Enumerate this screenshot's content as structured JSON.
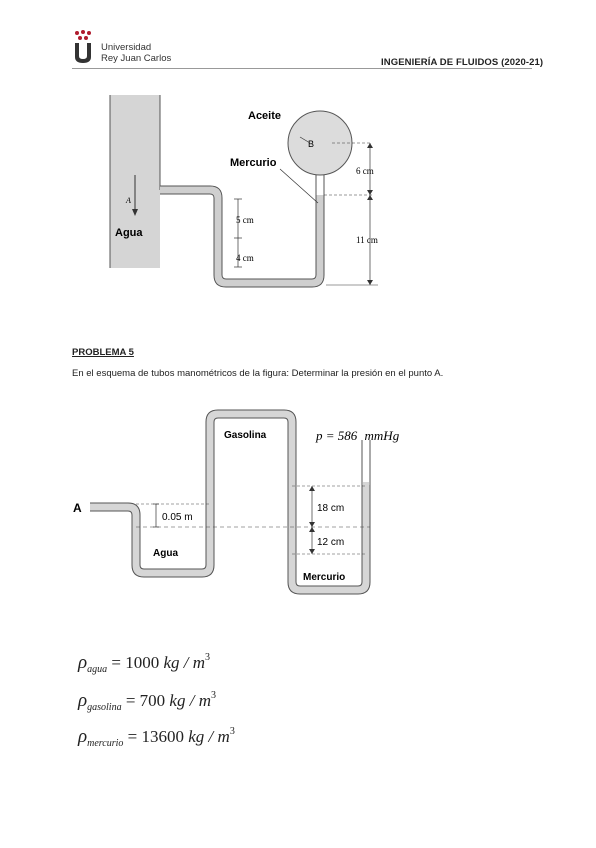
{
  "header": {
    "university_line1": "Universidad",
    "university_line2": "Rey Juan Carlos",
    "course_title": "INGENIERÍA DE FLUIDOS (2020-21)"
  },
  "figure1": {
    "label_aceite": "Aceite",
    "label_b": "B",
    "label_mercurio": "Mercurio",
    "label_a": "A",
    "label_agua": "Agua",
    "dim_5": "5 cm",
    "dim_4": "4 cm",
    "dim_6": "6 cm",
    "dim_11": "11 cm"
  },
  "problem": {
    "title": "PROBLEMA 5",
    "statement": "En el esquema de tubos manométricos de la figura: Determinar la presión en el punto A."
  },
  "figure2": {
    "label_a": "A",
    "label_gasolina": "Gasolina",
    "pressure_p": "p = 586",
    "pressure_unit": "mmHg",
    "dim_005": "0.05  m",
    "dim_18": "18 cm",
    "dim_12": "12 cm",
    "label_agua": "Agua",
    "label_mercurio": "Mercurio"
  },
  "densities": [
    {
      "symbol": "ρ",
      "sub": "agua",
      "value": "= 1000",
      "unit": "kg / m",
      "exp": "3"
    },
    {
      "symbol": "ρ",
      "sub": "gasolina",
      "value": "= 700",
      "unit": "kg / m",
      "exp": "3"
    },
    {
      "symbol": "ρ",
      "sub": "mercurio",
      "value": "= 13600",
      "unit": "kg / m",
      "exp": "3"
    }
  ]
}
